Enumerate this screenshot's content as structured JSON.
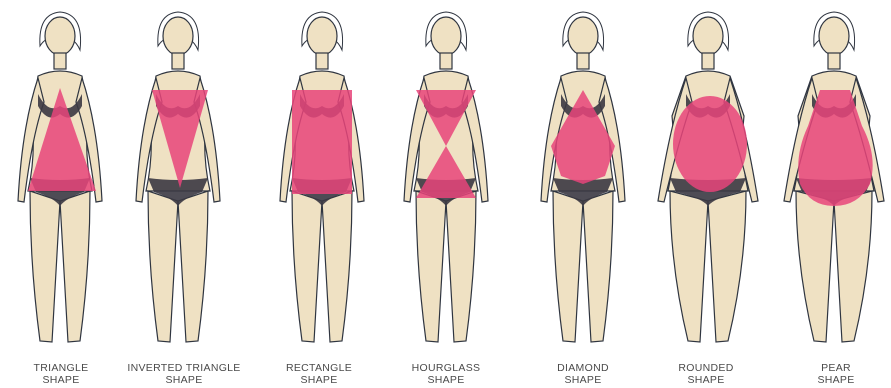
{
  "colors": {
    "skin": "#efe1c3",
    "outline": "#2f3540",
    "bikini": "#3b3842",
    "highlight": "#e8447a",
    "caption_text": "#4a4a4a"
  },
  "shapes": [
    {
      "key": "triangle",
      "line1": "TRIANGLE",
      "line2": "SHAPE"
    },
    {
      "key": "inverted-triangle",
      "line1": "INVERTED TRIANGLE",
      "line2": "SHAPE"
    },
    {
      "key": "rectangle",
      "line1": "RECTANGLE",
      "line2": "SHAPE"
    },
    {
      "key": "hourglass",
      "line1": "HOURGLASS",
      "line2": "SHAPE"
    },
    {
      "key": "diamond",
      "line1": "DIAMOND",
      "line2": "SHAPE"
    },
    {
      "key": "rounded",
      "line1": "ROUNDED",
      "line2": "SHAPE"
    },
    {
      "key": "pear",
      "line1": "PEAR",
      "line2": "SHAPE"
    }
  ]
}
